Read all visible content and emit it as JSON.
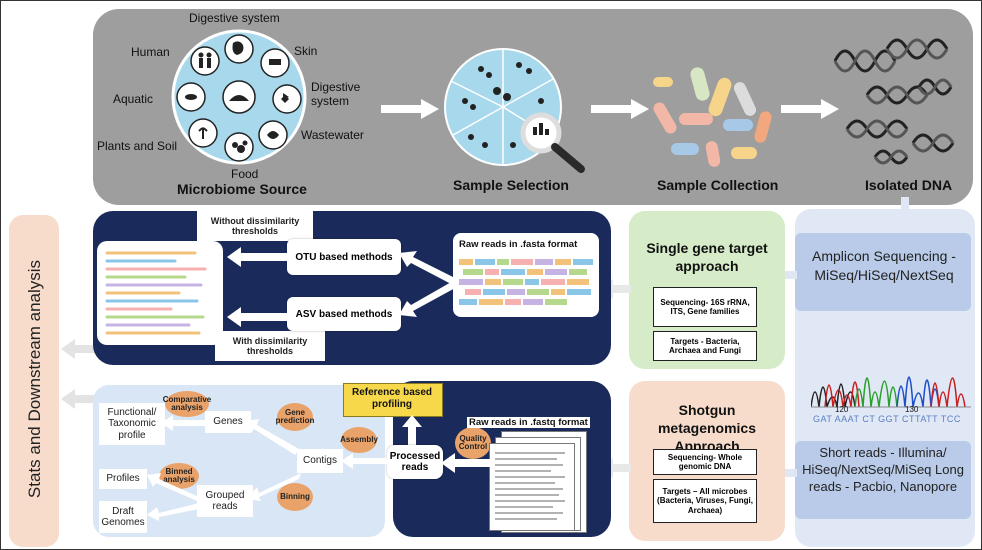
{
  "top": {
    "microbiome_source": "Microbiome Source",
    "sample_selection": "Sample Selection",
    "sample_collection": "Sample Collection",
    "isolated_dna": "Isolated DNA",
    "sources": {
      "digestive_top": "Digestive system",
      "human": "Human",
      "skin": "Skin",
      "digestive_right": "Digestive\nsystem",
      "aquatic": "Aquatic",
      "wastewater": "Wastewater",
      "plants_soil": "Plants and Soil",
      "food": "Food"
    }
  },
  "side_label": "Stats and Downstream analysis",
  "single_gene": {
    "title": "Single gene target approach",
    "sequencing": "Sequencing- 16S rRNA, ITS, Gene families",
    "targets": "Targets - Bacteria, Archaea and Fungi"
  },
  "shotgun": {
    "title": "Shotgun metagenomics Approach",
    "sequencing": "Sequencing- Whole genomic DNA",
    "targets": "Targets – All microbes (Bacteria, Viruses, Fungi, Archaea)"
  },
  "amplicon": "Amplicon Sequencing - MiSeq/HiSeq/NextSeq",
  "short_long_reads": "Short reads - Illumina/ HiSeq/NextSeq/MiSeq Long reads - Pacbio, Nanopore",
  "chromatogram": {
    "seq": "GAT AAAT CT GGT CTTATT TCC",
    "tick1": "120",
    "tick2": "130"
  },
  "amplicon_panel": {
    "raw_reads": "Raw reads in .fasta format",
    "otu": "OTU based methods",
    "asv": "ASV based methods",
    "without": "Without dissimilarity thresholds",
    "with": "With dissimilarity thresholds"
  },
  "shotgun_panel": {
    "raw_reads": "Raw reads in .fastq format",
    "reference": "Reference based profiling",
    "quality": "Quality Control",
    "processed": "Processed reads",
    "assembly": "Assembly",
    "contigs": "Contigs",
    "gene_prediction": "Gene prediction",
    "genes": "Genes",
    "comparative": "Comparative analysis",
    "functional": "Functional/ Taxonomic profile",
    "binning": "Binning",
    "grouped": "Grouped reads",
    "binned": "Binned analysis",
    "profiles": "Profiles",
    "draft": "Draft Genomes"
  },
  "colors": {
    "gray_panel": "#9e9e9e",
    "navy": "#1a2a5a",
    "light_blue": "#c6d4ec",
    "green_panel": "#d6ecc8",
    "peach_panel": "#f7dccb",
    "orange_circle": "#e9a36a",
    "yellow": "#f6d84a",
    "analysis_bg": "#d8e6f6"
  }
}
